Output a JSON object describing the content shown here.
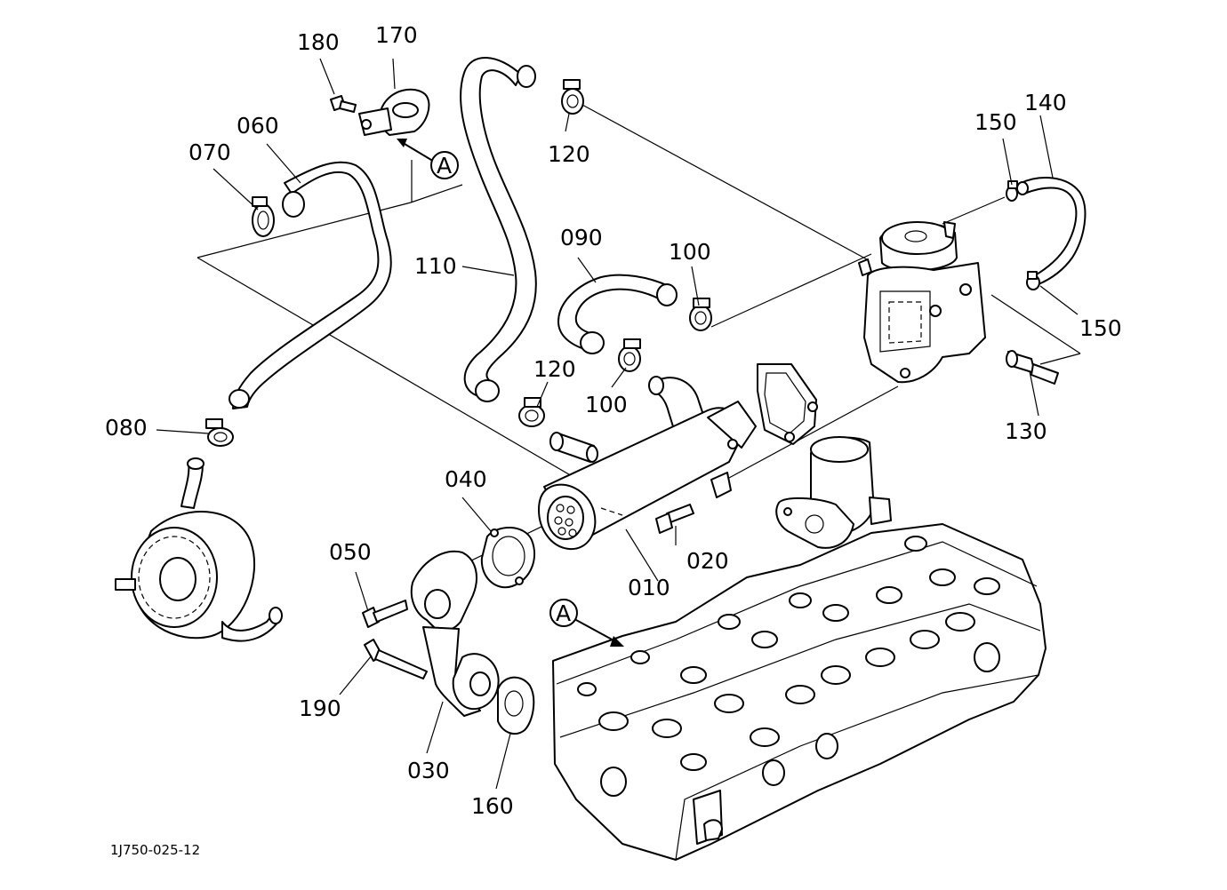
{
  "labels": {
    "p010": "010",
    "p020": "020",
    "p030": "030",
    "p040": "040",
    "p050": "050",
    "p060": "060",
    "p070": "070",
    "p080": "080",
    "p090": "090",
    "p100a": "100",
    "p100b": "100",
    "p110": "110",
    "p120a": "120",
    "p120b": "120",
    "p130": "130",
    "p140": "140",
    "p150a": "150",
    "p150b": "150",
    "p160": "160",
    "p170": "170",
    "p180": "180",
    "p190": "190"
  },
  "refs": {
    "a_top": "A",
    "a_bottom": "A"
  },
  "drawing_code": "1J750-025-12"
}
